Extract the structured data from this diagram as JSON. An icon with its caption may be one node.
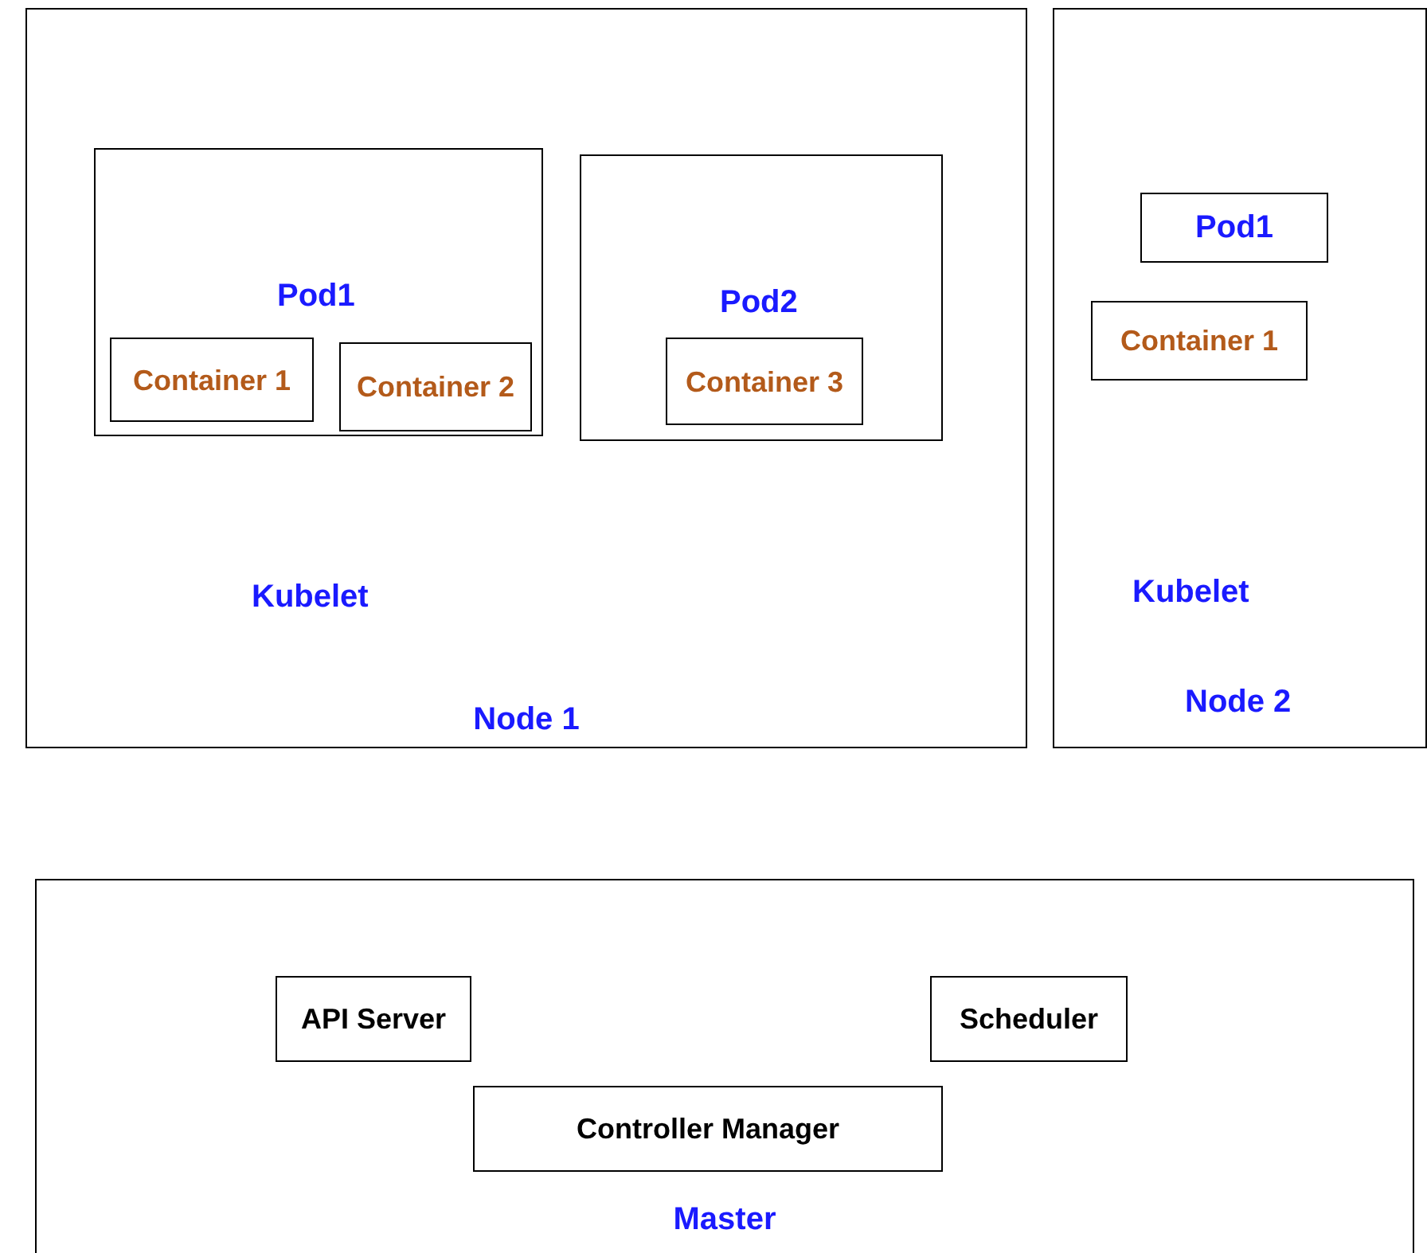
{
  "diagram": {
    "nodes": [
      {
        "text": [
          "Kubelet",
          "Node 1"
        ]
      },
      {
        "text": [
          "Pod1"
        ],
        "in": 0
      },
      {
        "text": [
          "Container 1"
        ],
        "in": 1
      },
      {
        "text": [
          "Container 2"
        ],
        "in": 1
      },
      {
        "text": [
          "Pod2"
        ],
        "in": 0
      },
      {
        "text": [
          "Container 3"
        ],
        "in": 4
      },
      {
        "text": [
          "Kubelet",
          "Node 2"
        ]
      },
      {
        "text": [
          "Pod1"
        ],
        "in": 6
      },
      {
        "text": [
          "Container 1"
        ],
        "in": 6
      },
      {
        "text": [
          "Master"
        ]
      },
      {
        "text": [
          "API Server"
        ],
        "in": 9
      },
      {
        "text": [
          "Scheduler"
        ],
        "in": 9
      },
      {
        "text": [
          "Controller Manager"
        ],
        "in": 9
      }
    ]
  }
}
